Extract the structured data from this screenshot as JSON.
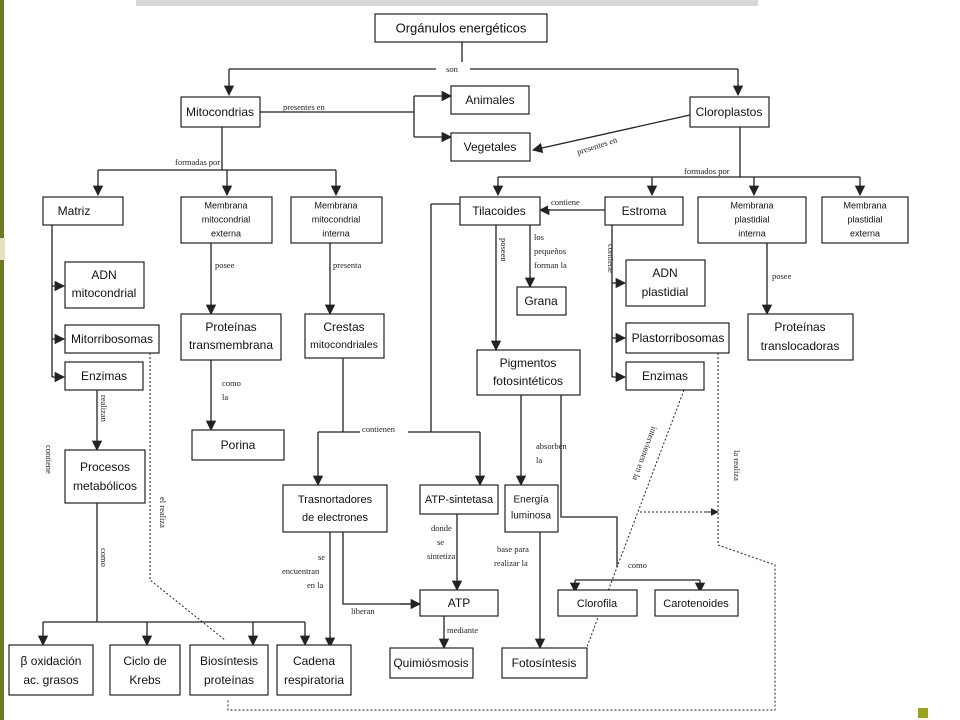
{
  "nodes": {
    "root": "Orgánulos energéticos",
    "mitocondrias": "Mitocondrias",
    "animales": "Animales",
    "vegetales": "Vegetales",
    "cloroplastos": "Cloroplastos",
    "matriz": "Matriz",
    "mem_mito_ext": [
      "Membrana",
      "mitocondrial",
      "externa"
    ],
    "mem_mito_int": [
      "Membrana",
      "mitocondrial",
      "interna"
    ],
    "tilacoides": "Tilacoides",
    "estroma": "Estroma",
    "mem_plast_int": [
      "Membrana",
      "plastidial",
      "interna"
    ],
    "mem_plast_ext": [
      "Membrana",
      "plastidial",
      "externa"
    ],
    "adn_mito": [
      "ADN",
      "mitocondrial"
    ],
    "mitorribosomas": "Mitorribosomas",
    "enzimas_mito": "Enzimas",
    "proteinas_trans": [
      "Proteínas",
      "transmembrana"
    ],
    "crestas": [
      "Crestas",
      "mitocondriales"
    ],
    "grana": "Grana",
    "adn_plast": [
      "ADN",
      "plastidial"
    ],
    "plastorribosomas": "Plastorribosomas",
    "enzimas_plast": "Enzimas",
    "proteinas_transloc": [
      "Proteínas",
      "translocadoras"
    ],
    "pigmentos": [
      "Pigmentos",
      "fotosintéticos"
    ],
    "procesos": [
      "Procesos",
      "metabólicos"
    ],
    "porina": "Porina",
    "transportadores": [
      "Trasnortadores",
      "de electrones"
    ],
    "atp_sintetasa": "ATP-sintetasa",
    "energia": [
      "Energía",
      "luminosa"
    ],
    "atp": "ATP",
    "clorofila": "Clorofila",
    "carotenoides": "Carotenoides",
    "beta_ox": [
      "β  oxidación",
      "ac. grasos"
    ],
    "krebs": [
      "Ciclo de",
      "Krebs"
    ],
    "biosintesis": [
      "Biosíntesis",
      "proteínas"
    ],
    "cadena": [
      "Cadena",
      "respiratoria"
    ],
    "quimiosmosis": "Quimiósmosis",
    "fotosintesis": "Fotosíntesis"
  },
  "labels": {
    "son": "son",
    "presentes_en_1": "presentes en",
    "presentes_en_2": "presentes en",
    "formadas_por": "formadas por",
    "formados_por": "formados por",
    "contiene": "contiene",
    "posee_1": "posee",
    "presenta": "presenta",
    "los_pequenos": [
      "los",
      "pequeños",
      "forman la"
    ],
    "posee_2": "posee",
    "poseen": "poseen",
    "contiene_v": "contiene",
    "contienen": "contienen",
    "realizan": "realizan",
    "contiene_left": "contiene",
    "como_1": [
      "como",
      "la"
    ],
    "absorben": [
      "absorben",
      "la"
    ],
    "intervienen": "intervienen en la",
    "la_realiza": "la realiza",
    "el_realiza": "el realiza",
    "donde": [
      "donde",
      "se",
      "sintetiza"
    ],
    "se_encuentran": [
      "se",
      "encuentran",
      "en la"
    ],
    "liberan": "liberan",
    "base_para": [
      "base para",
      "realizar la"
    ],
    "como_2": "como",
    "mediante": "mediante",
    "como_3": "como"
  }
}
